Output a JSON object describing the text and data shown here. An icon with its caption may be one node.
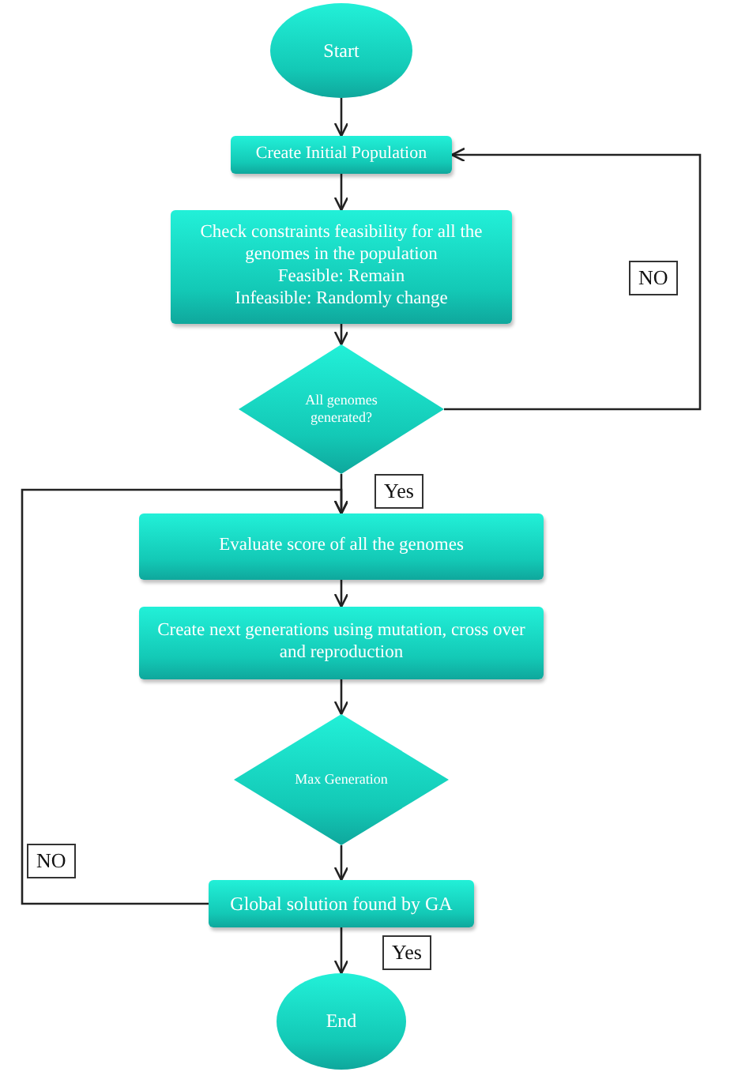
{
  "diagram": {
    "nodes": [
      {
        "text": [
          "Start"
        ]
      },
      {
        "text": [
          "Create Initial Population"
        ]
      },
      {
        "text": [
          "Check constraints feasibility for all the genomes in the population",
          "Feasible: Remain",
          "Infeasible: Randomly change"
        ]
      },
      {
        "text": [
          "All genomes generated?"
        ]
      },
      {
        "text": [
          "Evaluate score of all the genomes"
        ]
      },
      {
        "text": [
          "Create next generations using mutation, cross over and reproduction"
        ]
      },
      {
        "text": [
          "Max Generation"
        ]
      },
      {
        "text": [
          "Global solution found by GA"
        ]
      },
      {
        "text": [
          "End"
        ]
      }
    ],
    "edges": [
      {
        "from": 0,
        "to": 1,
        "arrow": "to"
      },
      {
        "from": 1,
        "to": 2,
        "arrow": "to"
      },
      {
        "from": 2,
        "to": 3,
        "arrow": "to"
      },
      {
        "from": 3,
        "to": 1,
        "arrow": "to",
        "label": "NO"
      },
      {
        "from": 3,
        "to": 4,
        "arrow": "to",
        "label": "Yes"
      },
      {
        "from": 4,
        "to": 5,
        "arrow": "to"
      },
      {
        "from": 5,
        "to": 6,
        "arrow": "to"
      },
      {
        "from": 6,
        "to": 7,
        "arrow": "to"
      },
      {
        "from": 7,
        "to": 4,
        "arrow": "to",
        "label": "NO"
      },
      {
        "from": 7,
        "to": 8,
        "arrow": "to",
        "label": "Yes"
      }
    ]
  }
}
